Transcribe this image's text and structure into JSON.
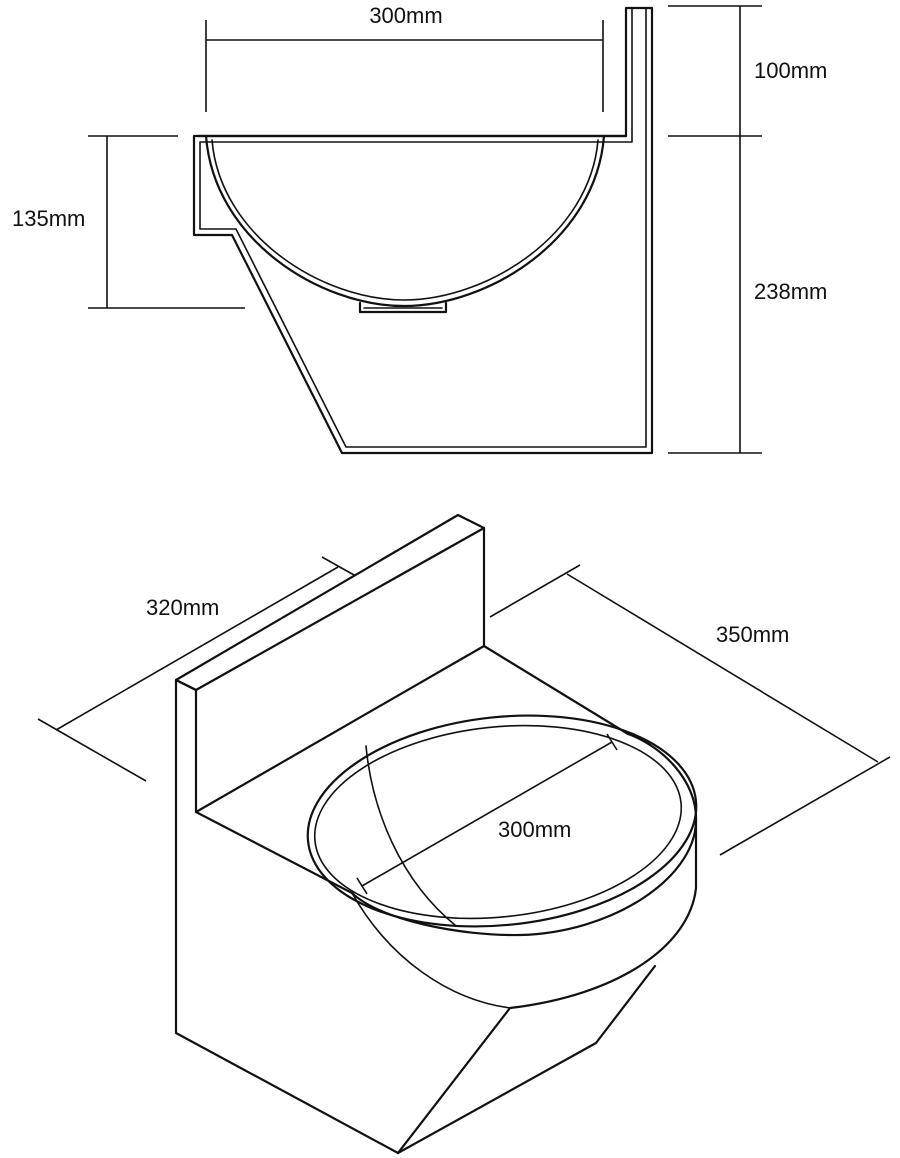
{
  "side_view": {
    "width_label": "300mm",
    "upstand_label": "100mm",
    "bowl_depth_label": "135mm",
    "body_height_label": "238mm"
  },
  "iso_view": {
    "depth_label": "320mm",
    "width_label": "350mm",
    "bowl_diameter_label": "300mm"
  },
  "colors": {
    "line": "#111111",
    "background": "#ffffff"
  }
}
